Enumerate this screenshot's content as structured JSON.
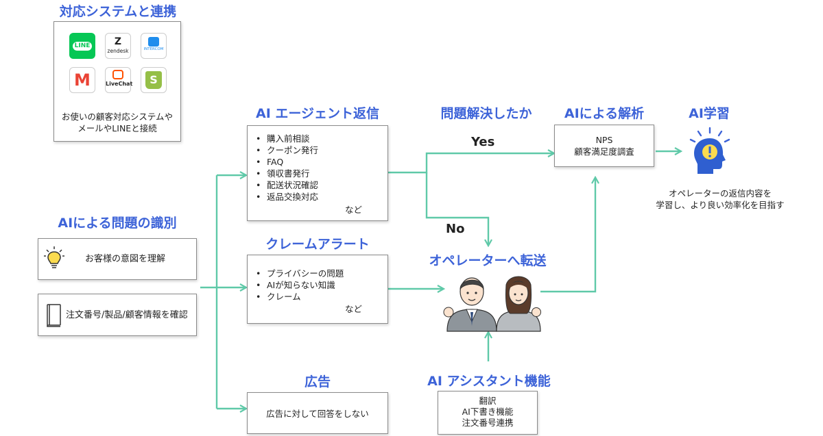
{
  "integration": {
    "title": "対応システムと連携",
    "apps": [
      {
        "name": "line",
        "label": "LINE"
      },
      {
        "name": "zendesk",
        "label": "zendesk"
      },
      {
        "name": "intercom",
        "label": "INTERCOM"
      },
      {
        "name": "gmail",
        "label": "M"
      },
      {
        "name": "livechat",
        "label": "LiveChat"
      },
      {
        "name": "shopify",
        "label": "S"
      }
    ],
    "caption_line1": "お使いの顧客対応システムや",
    "caption_line2": "メールやLINEと接続"
  },
  "identify": {
    "title": "AIによる問題の識別",
    "item1": "お客様の意図を理解",
    "item2": "注文番号/製品/顧客情報を確認"
  },
  "agent_reply": {
    "title": "AI エージェント返信",
    "items": [
      "購入前相談",
      "クーポン発行",
      "FAQ",
      "領収書発行",
      "配送状況確認",
      "返品交換対応"
    ],
    "etc": "など"
  },
  "claim": {
    "title": "クレームアラート",
    "items": [
      "プライバシーの問題",
      "AIが知らない知識",
      "クレーム"
    ],
    "etc": "など"
  },
  "ad": {
    "title": "広告",
    "text": "広告に対して回答をしない"
  },
  "resolved": {
    "title": "問題解決したか",
    "yes": "Yes",
    "no": "No"
  },
  "operator": {
    "title": "オペレーターへ転送"
  },
  "assistant": {
    "title": "AI アシスタント機能",
    "lines": [
      "翻訳",
      "AI下書き機能",
      "注文番号連携"
    ]
  },
  "analysis": {
    "title": "AIによる解析",
    "line1": "NPS",
    "line2": "顧客満足度調査"
  },
  "learning": {
    "title": "AI学習",
    "line1": "オペレーターの返信内容を",
    "line2": "学習し、より良い効率化を目指す"
  },
  "colors": {
    "accent": "#3d63d8",
    "arrow": "#5fc9a8",
    "line_green": "#06c755",
    "gmail_red": "#ea4335",
    "livechat_orange": "#ff5100",
    "intercom_blue": "#1f8ded",
    "shopify_green": "#95bf47"
  }
}
